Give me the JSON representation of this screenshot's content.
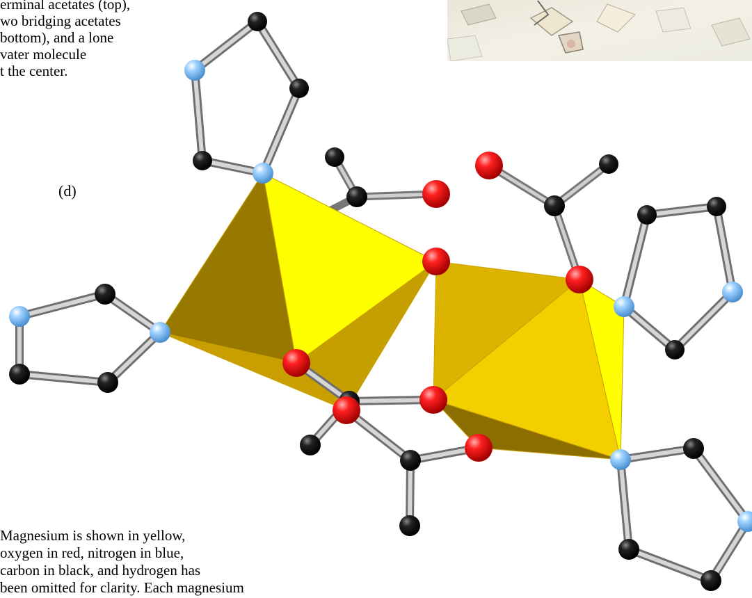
{
  "caption_top": "erminal acetates (top),\nwo bridging acetates\nbottom), and a lone\nvater molecule\nt the center.",
  "panel_label": "(d)",
  "caption_bottom": "Magnesium is shown in yellow,\noxygen in red, nitrogen in blue,\ncarbon in black, and hydrogen has\nbeen omitted for clarity. Each magnesium",
  "colors": {
    "magnesium_polyhedron": "#f2d200",
    "oxygen": "#e00000",
    "nitrogen": "#8ec8ff",
    "carbon": "#111111",
    "bond": "#b8b8b8"
  }
}
